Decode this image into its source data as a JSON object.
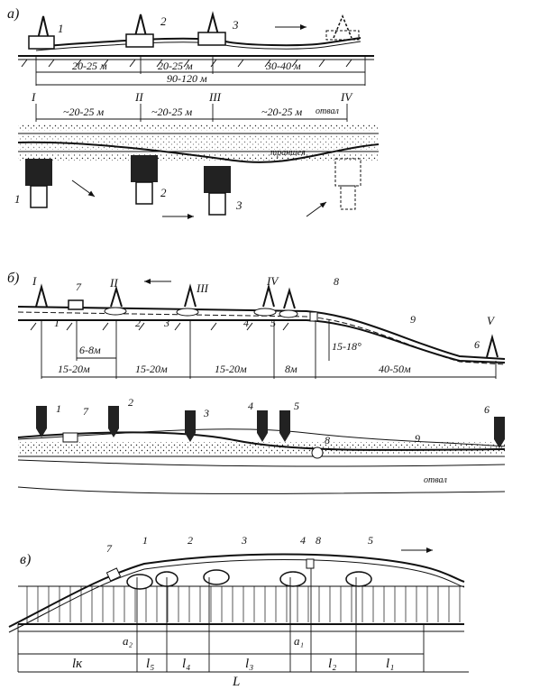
{
  "panel_a": {
    "label": "а)",
    "crane_numbers": [
      "1",
      "2",
      "3"
    ],
    "spans": [
      "20-25 м",
      "20-25 м",
      "30-40 м"
    ],
    "total": "90-120 м",
    "sections": [
      "I",
      "II",
      "III",
      "IV"
    ],
    "plan_spans": [
      "~20-25 м",
      "~20-25 м",
      "~20-25 м"
    ],
    "otval": "отвал",
    "transheya": "траншея",
    "plan_numbers": [
      "1",
      "2",
      "3"
    ]
  },
  "panel_b": {
    "label": "б)",
    "sections": [
      "I",
      "II",
      "III",
      "IV",
      "V"
    ],
    "numbers": [
      "1",
      "2",
      "3",
      "4",
      "5",
      "6",
      "7",
      "8",
      "9"
    ],
    "spans": [
      "15-20м",
      "15-20м",
      "15-20м",
      "8м",
      "40-50м"
    ],
    "inner_span": "6-8м",
    "angle": "15-18°",
    "otval": "отвал",
    "plan_numbers": [
      "1",
      "7",
      "2",
      "3",
      "4",
      "5",
      "8",
      "9",
      "6"
    ]
  },
  "panel_v": {
    "label": "в)",
    "numbers": [
      "7",
      "1",
      "2",
      "3",
      "4",
      "8",
      "5"
    ],
    "a_labels": [
      "a₂",
      "a₁"
    ],
    "spans": [
      "lк",
      "l₅",
      "l₄",
      "l₃",
      "l₂",
      "l₁"
    ],
    "total": "L"
  }
}
